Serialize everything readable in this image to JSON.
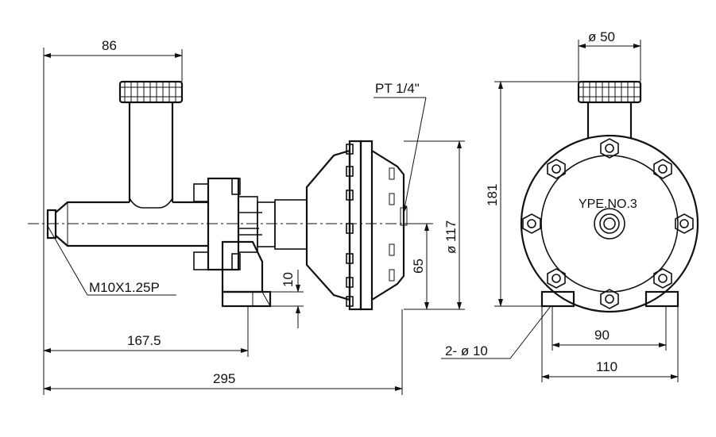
{
  "labels": {
    "dim_86": "86",
    "dim_phi50": "ø 50",
    "thread_pt": "PT  1/4\"",
    "dim_181": "181",
    "dim_phi117": "ø 117",
    "dim_65": "65",
    "dim_10": "10",
    "thread_m10": "M10X1.25P",
    "dim_167_5": "167.5",
    "dim_295": "295",
    "model_plate": "YPE.NO.3",
    "holes": "2- ø 10",
    "dim_90": "90",
    "dim_110": "110"
  }
}
